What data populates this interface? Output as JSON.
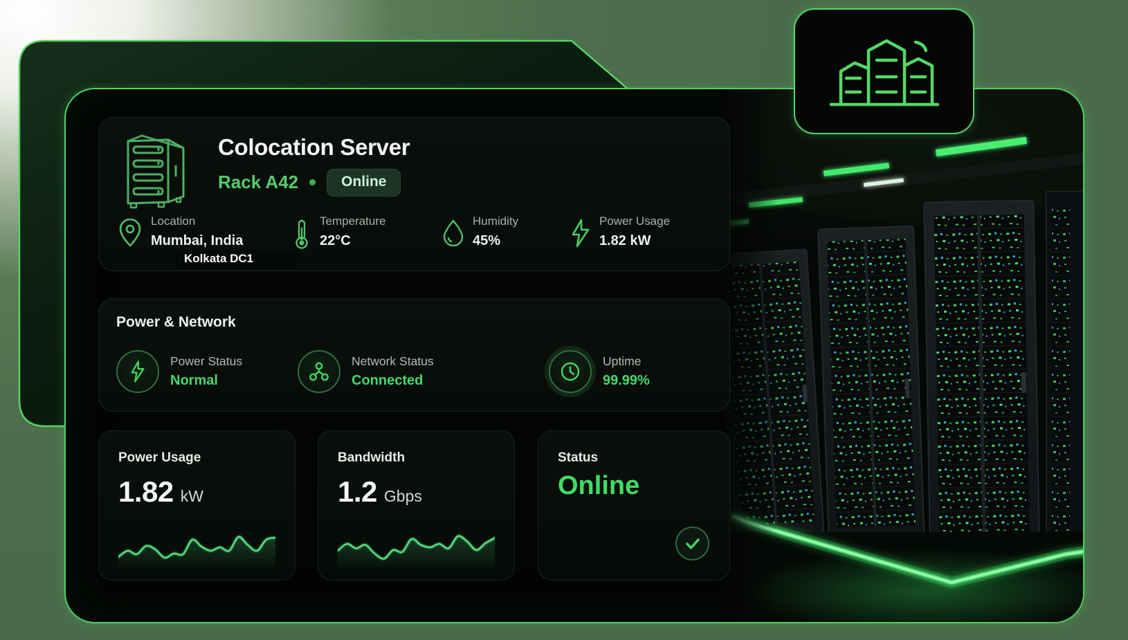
{
  "app": {
    "accent": "#4ade80",
    "border_green": "#55d767",
    "status_green_text": "#46d86a"
  },
  "brand_card": {
    "icon": "buildings-icon"
  },
  "header": {
    "icon": "server-cabinet-icon",
    "title": "Colocation Server",
    "rack_label": "Rack A42",
    "separator": "•",
    "status_badge": "Online",
    "stats": [
      {
        "icon": "location-pin-icon",
        "label": "Location",
        "value": "Mumbai, India",
        "overlay": "Kolkata DC1"
      },
      {
        "icon": "thermometer-icon",
        "label": "Temperature",
        "value": "22°C"
      },
      {
        "icon": "water-drop-icon",
        "label": "Humidity",
        "value": "45%"
      },
      {
        "icon": "lightning-bolt-icon",
        "label": "Power Usage",
        "value": "1.82 kW"
      }
    ]
  },
  "power_network": {
    "title": "Power & Network",
    "items": [
      {
        "icon": "lightning-bolt-circle-icon",
        "label": "Power Status",
        "value": "Normal"
      },
      {
        "icon": "network-nodes-circle-icon",
        "label": "Network Status",
        "value": "Connected"
      },
      {
        "icon": "clock-circle-icon",
        "label": "Uptime",
        "value": "99.99%"
      }
    ]
  },
  "metric_cards": [
    {
      "title": "Power Usage",
      "value": "1.82",
      "unit": "kW",
      "sparkline": [
        0.8,
        0.62,
        0.72,
        0.48,
        0.58,
        0.82,
        0.7,
        0.72,
        0.3,
        0.5,
        0.62,
        0.52,
        0.62,
        0.22,
        0.45,
        0.62,
        0.3,
        0.24
      ]
    },
    {
      "title": "Bandwidth",
      "value": "1.2",
      "unit": "Gbps",
      "sparkline": [
        0.62,
        0.42,
        0.55,
        0.45,
        0.7,
        0.85,
        0.6,
        0.65,
        0.28,
        0.45,
        0.52,
        0.42,
        0.55,
        0.2,
        0.35,
        0.6,
        0.4,
        0.25
      ]
    },
    {
      "title": "Status",
      "value": "Online",
      "icon": "check-circle-icon"
    }
  ]
}
